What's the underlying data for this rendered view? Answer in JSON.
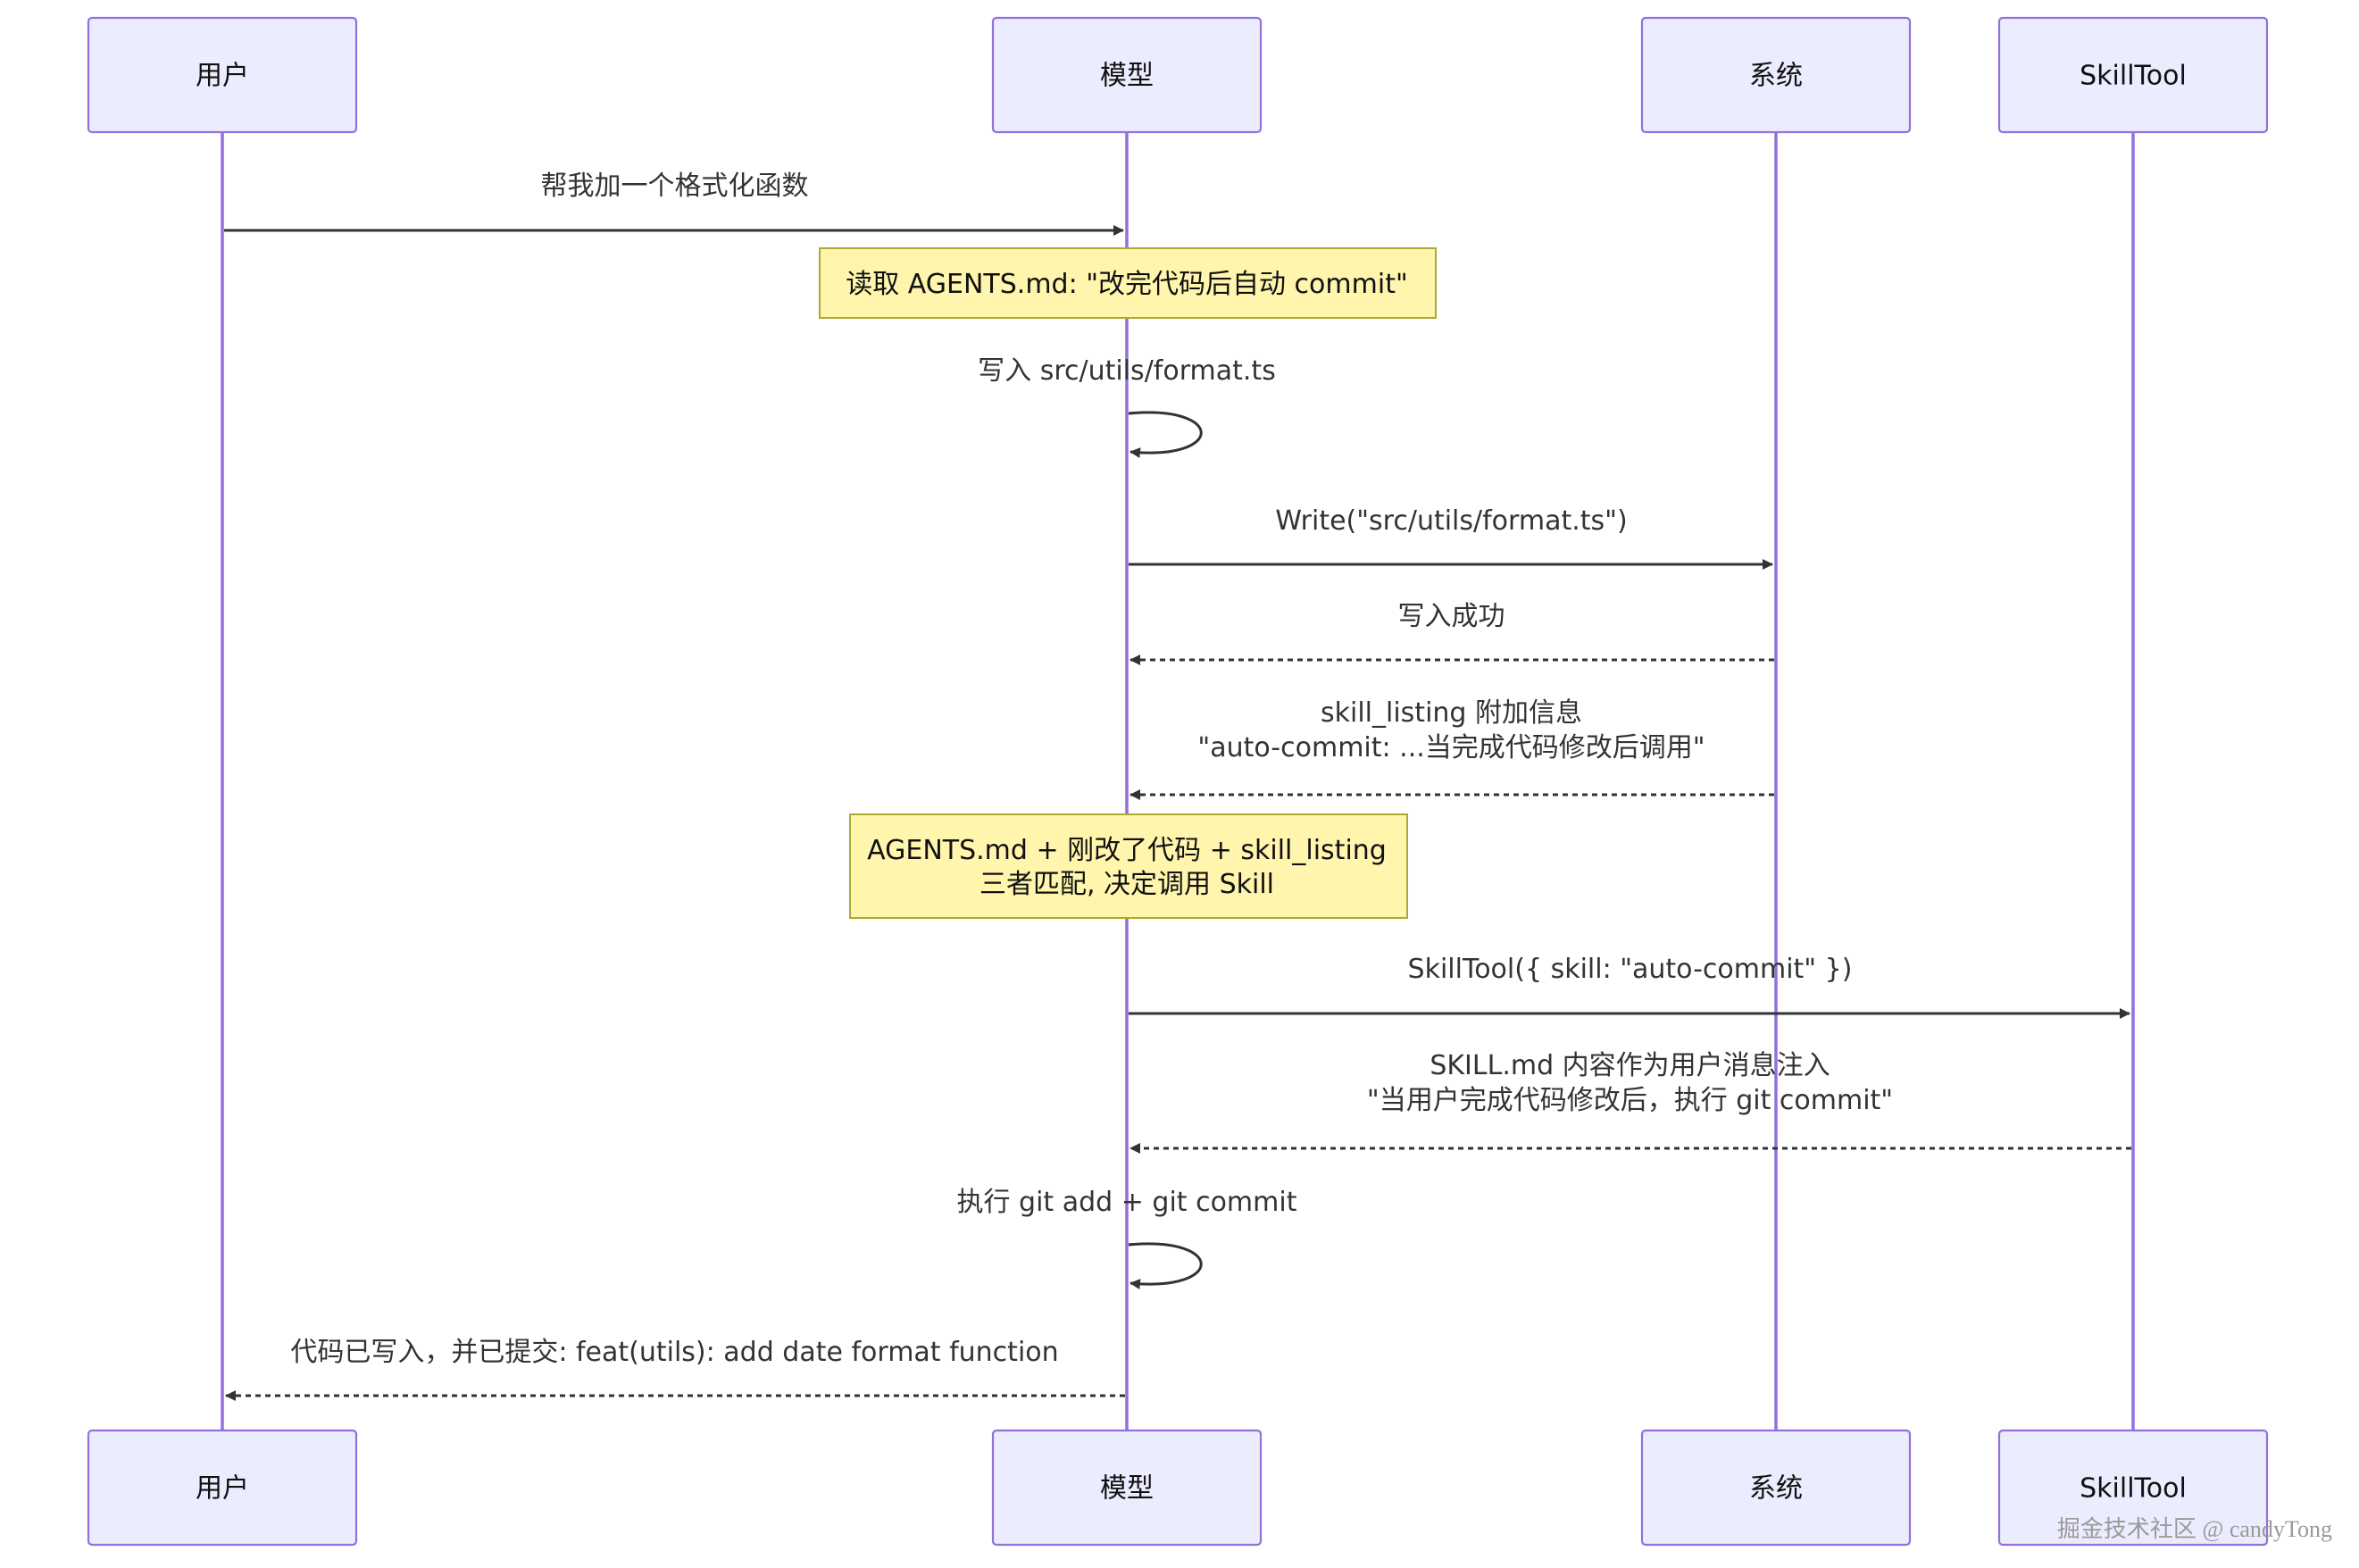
{
  "actors": [
    {
      "id": "user",
      "label": "用户"
    },
    {
      "id": "model",
      "label": "模型"
    },
    {
      "id": "system",
      "label": "系统"
    },
    {
      "id": "skilltool",
      "label": "SkillTool"
    }
  ],
  "messages": [
    {
      "from": "user",
      "to": "model",
      "style": "solid",
      "lines": [
        "帮我加一个格式化函数"
      ]
    },
    {
      "note": true,
      "over": "model",
      "lines": [
        "读取 AGENTS.md: \"改完代码后自动 commit\""
      ]
    },
    {
      "from": "model",
      "to": "model",
      "style": "solid",
      "self": true,
      "lines": [
        "写入 src/utils/format.ts"
      ]
    },
    {
      "from": "model",
      "to": "system",
      "style": "solid",
      "lines": [
        "Write(\"src/utils/format.ts\")"
      ]
    },
    {
      "from": "system",
      "to": "model",
      "style": "dashed",
      "lines": [
        "写入成功"
      ]
    },
    {
      "from": "system",
      "to": "model",
      "style": "dashed",
      "lines": [
        "skill_listing 附加信息",
        "\"auto-commit: ...当完成代码修改后调用\""
      ]
    },
    {
      "note": true,
      "over": "model",
      "lines": [
        "AGENTS.md + 刚改了代码 + skill_listing",
        "三者匹配, 决定调用 Skill"
      ]
    },
    {
      "from": "model",
      "to": "skilltool",
      "style": "solid",
      "lines": [
        "SkillTool({ skill: \"auto-commit\" })"
      ]
    },
    {
      "from": "skilltool",
      "to": "model",
      "style": "dashed",
      "lines": [
        "SKILL.md 内容作为用户消息注入",
        "\"当用户完成代码修改后，执行 git commit\""
      ]
    },
    {
      "from": "model",
      "to": "model",
      "style": "solid",
      "self": true,
      "lines": [
        "执行 git add + git commit"
      ]
    },
    {
      "from": "model",
      "to": "user",
      "style": "dashed",
      "lines": [
        "代码已写入，并已提交: feat(utils): add date format function"
      ]
    }
  ],
  "watermark": "掘金技术社区 @ candyTong",
  "colors": {
    "actor_fill": "#ececff",
    "actor_border": "#9370db",
    "lifeline": "#9370db",
    "note_fill": "#fff5ad",
    "note_border": "#aaaa33",
    "message_line": "#333333"
  }
}
